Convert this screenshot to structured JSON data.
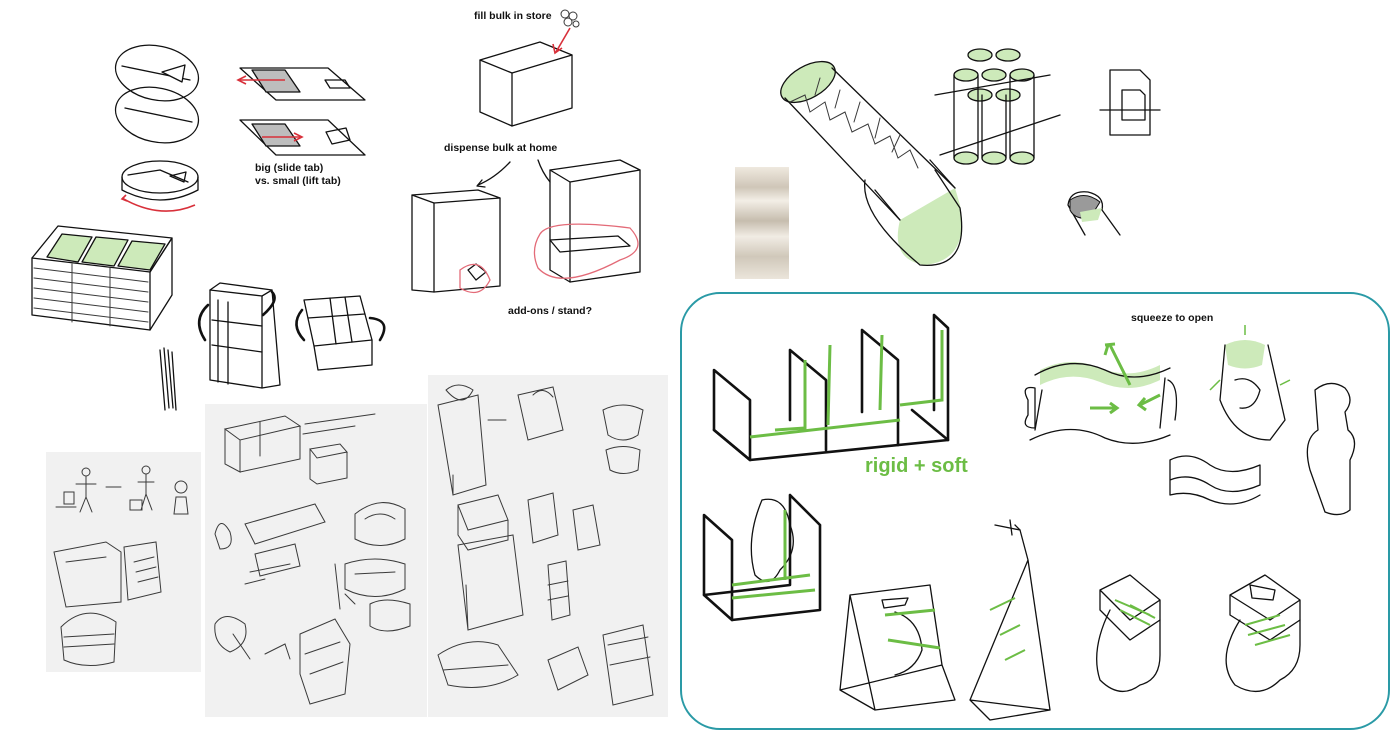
{
  "labels": {
    "fill_bulk": "fill bulk in store",
    "dispense_bulk": "dispense bulk at home",
    "add_ons": "add-ons / stand?",
    "big_vs_small_line1": "big (slide tab)",
    "big_vs_small_line2": "vs. small (lift tab)",
    "squeeze": "squeeze to open",
    "rigid_soft": "rigid + soft"
  },
  "colors": {
    "accent_green": "#6cbd45",
    "light_green": "#cdeaba",
    "frame_teal": "#2a9aa6",
    "sketch_red": "#d8303a"
  }
}
